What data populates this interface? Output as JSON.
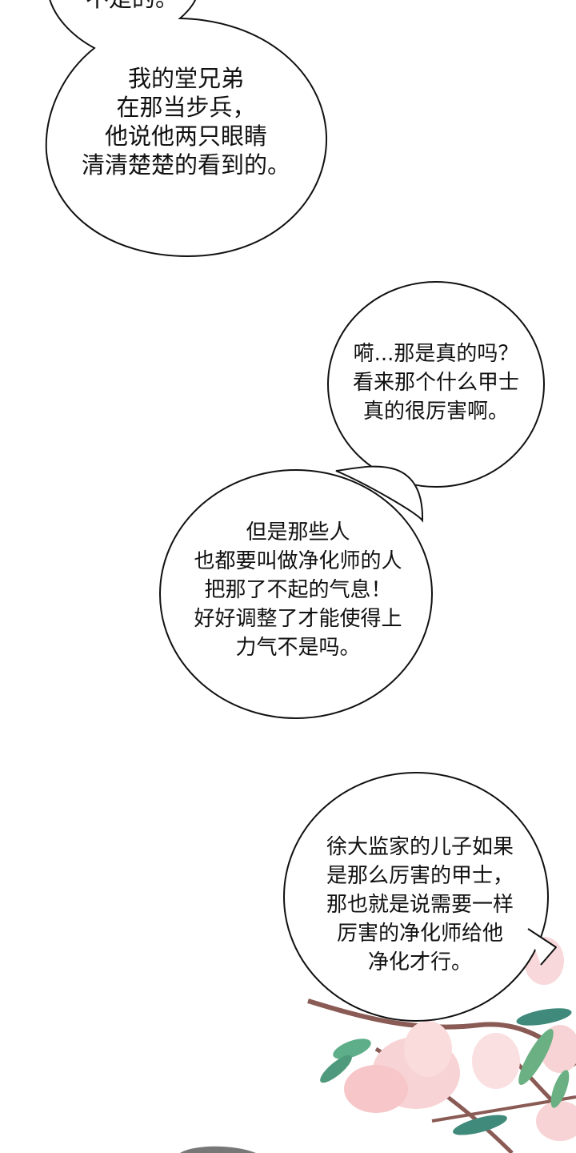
{
  "bubbles": [
    {
      "lines": [
        "不是的。"
      ]
    },
    {
      "lines": [
        "我的堂兄弟",
        "在那当步兵，",
        "他说他两只眼睛",
        "清清楚楚的看到的。"
      ]
    },
    {
      "lines": [
        "嗬...那是真的吗？",
        "看来那个什么甲士",
        "真的很厉害啊。"
      ]
    },
    {
      "lines": [
        "但是那些人",
        "也都要叫做净化师的人",
        "把那了不起的气息！",
        "好好调整了才能使得上",
        "力气不是吗。"
      ]
    },
    {
      "lines": [
        "徐大监家的儿子如果",
        "是那么厉害的甲士，",
        "那也就是说需要一样",
        "厉害的净化师给他",
        "净化才行。"
      ]
    }
  ],
  "colors": {
    "background": "#ffffff",
    "outline": "#111111",
    "blossom": "#f6c9cc",
    "leaf": "#4f9a7c",
    "branch": "#8a5a55"
  }
}
